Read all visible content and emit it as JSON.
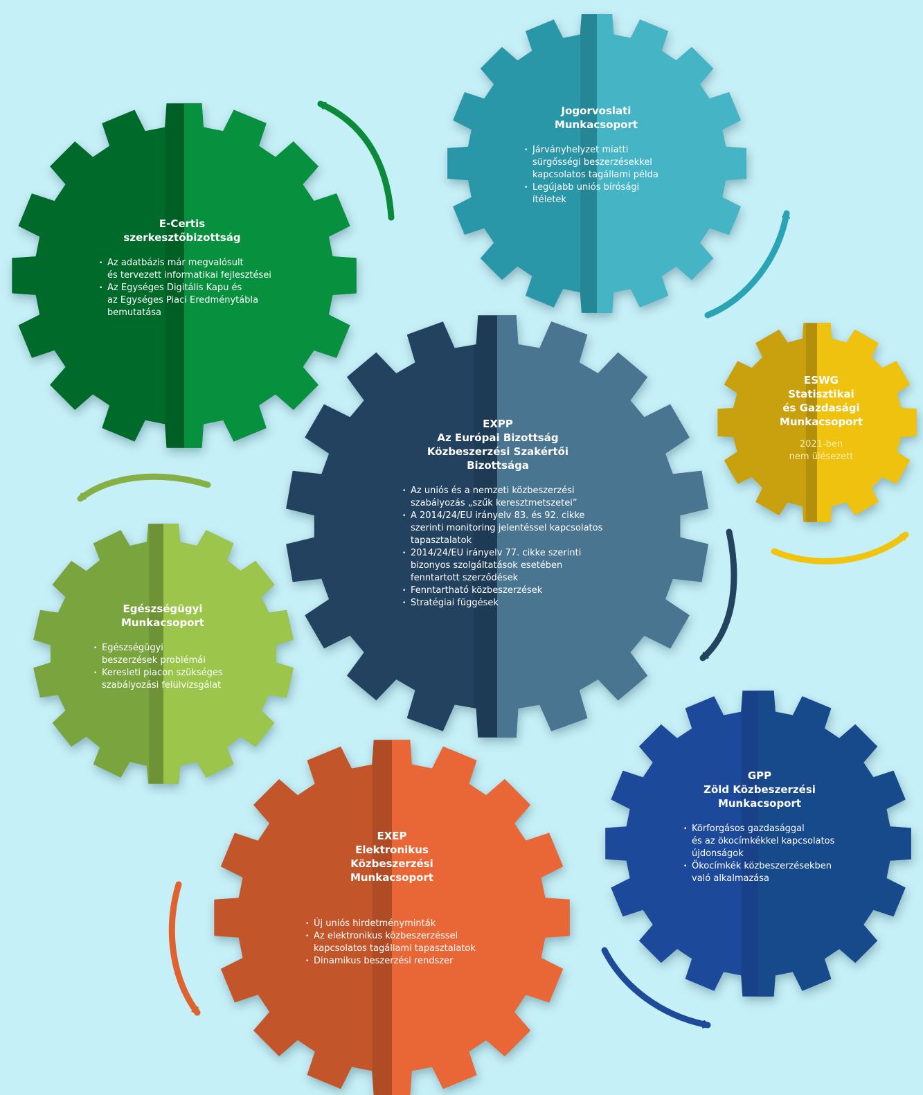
{
  "gears": [
    {
      "id": "ecertis",
      "title": "E-Certis\nszerkesztőbizottság",
      "items": [
        "Az adatbázis már megvalósult\nés tervezett informatikai fejlesztései",
        "Az Egységes Digitális Kapu és\naz Egységes Piaci Eredménytábla\nbemutatása"
      ],
      "colors": {
        "dark": "#046b2c",
        "light": "#07913e"
      }
    },
    {
      "id": "jogorvoslati",
      "title": "Jogorvoslati\nMunkacsoport",
      "items": [
        "Járványhelyzet miatti\nsürgősségi beszerzésekkel\nkapcsolatos tagállami példa",
        "Legújabb uniós bírósági\nítéletek"
      ],
      "colors": {
        "dark": "#2a97a8",
        "light": "#45b4c4"
      }
    },
    {
      "id": "expp",
      "title": "EXPP\nAz Európai Bizottság\nKözbeszerzési Szakértői\nBizottsága",
      "items": [
        "Az uniós és a nemzeti közbeszerzési\nszabályozás „szűk keresztmetszetei”",
        "A 2014/24/EU irányelv 83. és 92. cikke\nszerinti monitoring jelentéssel kapcsolatos\ntapasztalatok",
        "2014/24/EU irányelv 77. cikke szerinti\nbizonyos szolgáltatások esetében\nfenntartott szerződések",
        "Fenntartható közbeszerzések",
        "Stratégiai függések"
      ],
      "colors": {
        "dark": "#23435f",
        "light": "#4a7590"
      }
    },
    {
      "id": "eswg",
      "title": "ESWG\nStatisztikai\nés Gazdasági\nMunkacsoport",
      "note": "2021-ben\nnem ülésezett",
      "colors": {
        "dark": "#c9a00c",
        "light": "#eec20f"
      }
    },
    {
      "id": "egeszseg",
      "title": "Egészségügyi\nMunkacsoport",
      "items": [
        "Egészségügyi\nbeszerzések problémái",
        "Keresleti piacon szükséges\nszabályozási felülvizsgálat"
      ],
      "colors": {
        "dark": "#7aa43e",
        "light": "#9cc54c"
      }
    },
    {
      "id": "exep",
      "title": "EXEP\nElektronikus\nKözbeszerzési\nMunkacsoport",
      "items": [
        "Új uniós hirdetményminták",
        "Az elektronikus közbeszerzéssel\nkapcsolatos tagállami tapasztalatok",
        "Dinamikus beszerzési rendszer"
      ],
      "colors": {
        "dark": "#c3552a",
        "light": "#e96736"
      }
    },
    {
      "id": "gpp",
      "title": "GPP\nZöld Közbeszerzési\nMunkacsoport",
      "items": [
        "Körforgásos gazdasággal\nés az ökocímkékkel kapcsolatos\nújdonságok",
        "Ökocímkék közbeszerzésekben\nvaló alkalmazása"
      ],
      "colors": {
        "dark": "#1e4a9a",
        "light": "#174a8a"
      }
    }
  ],
  "arrow_colors": [
    "#0b8a3a",
    "#2aa3b5",
    "#f0c40f",
    "#23435f",
    "#1e4a9a",
    "#e0622e",
    "#86b046"
  ]
}
